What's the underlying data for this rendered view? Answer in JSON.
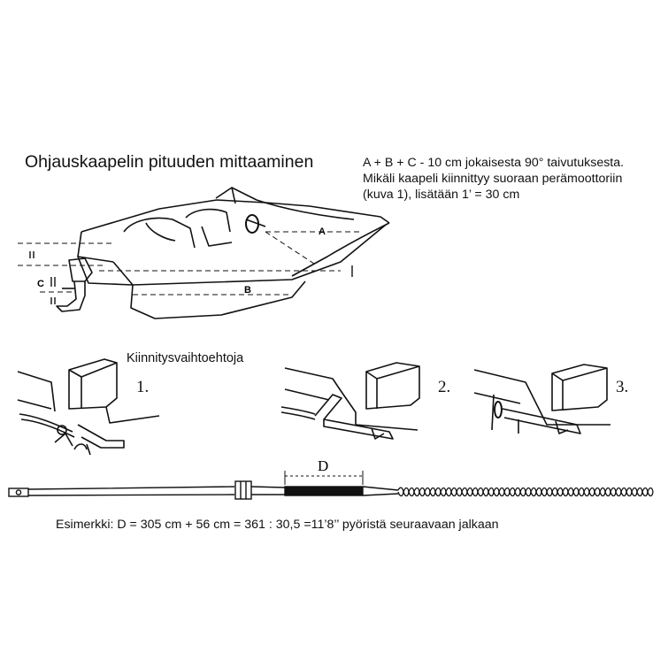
{
  "title": "Ohjauskaapelin pituuden mittaaminen",
  "formula": {
    "line1": "A + B + C - 10 cm jokaisesta 90° taivutuksesta.",
    "line2": "Mikäli kaapeli kiinnittyy suoraan perämoottoriin",
    "line3": "(kuva 1), lisätään 1’  = 30 cm"
  },
  "labels": {
    "a": "A",
    "b": "B",
    "c": "C",
    "d": "D"
  },
  "mounting": {
    "heading": "Kiinnitysvaihtoehtoja",
    "options": [
      "1.",
      "2.",
      "3."
    ]
  },
  "example": "Esimerkki: D = 305 cm + 56 cm = 361 : 30,5 =11’8’’  pyöristä seuraavaan jalkaan"
}
